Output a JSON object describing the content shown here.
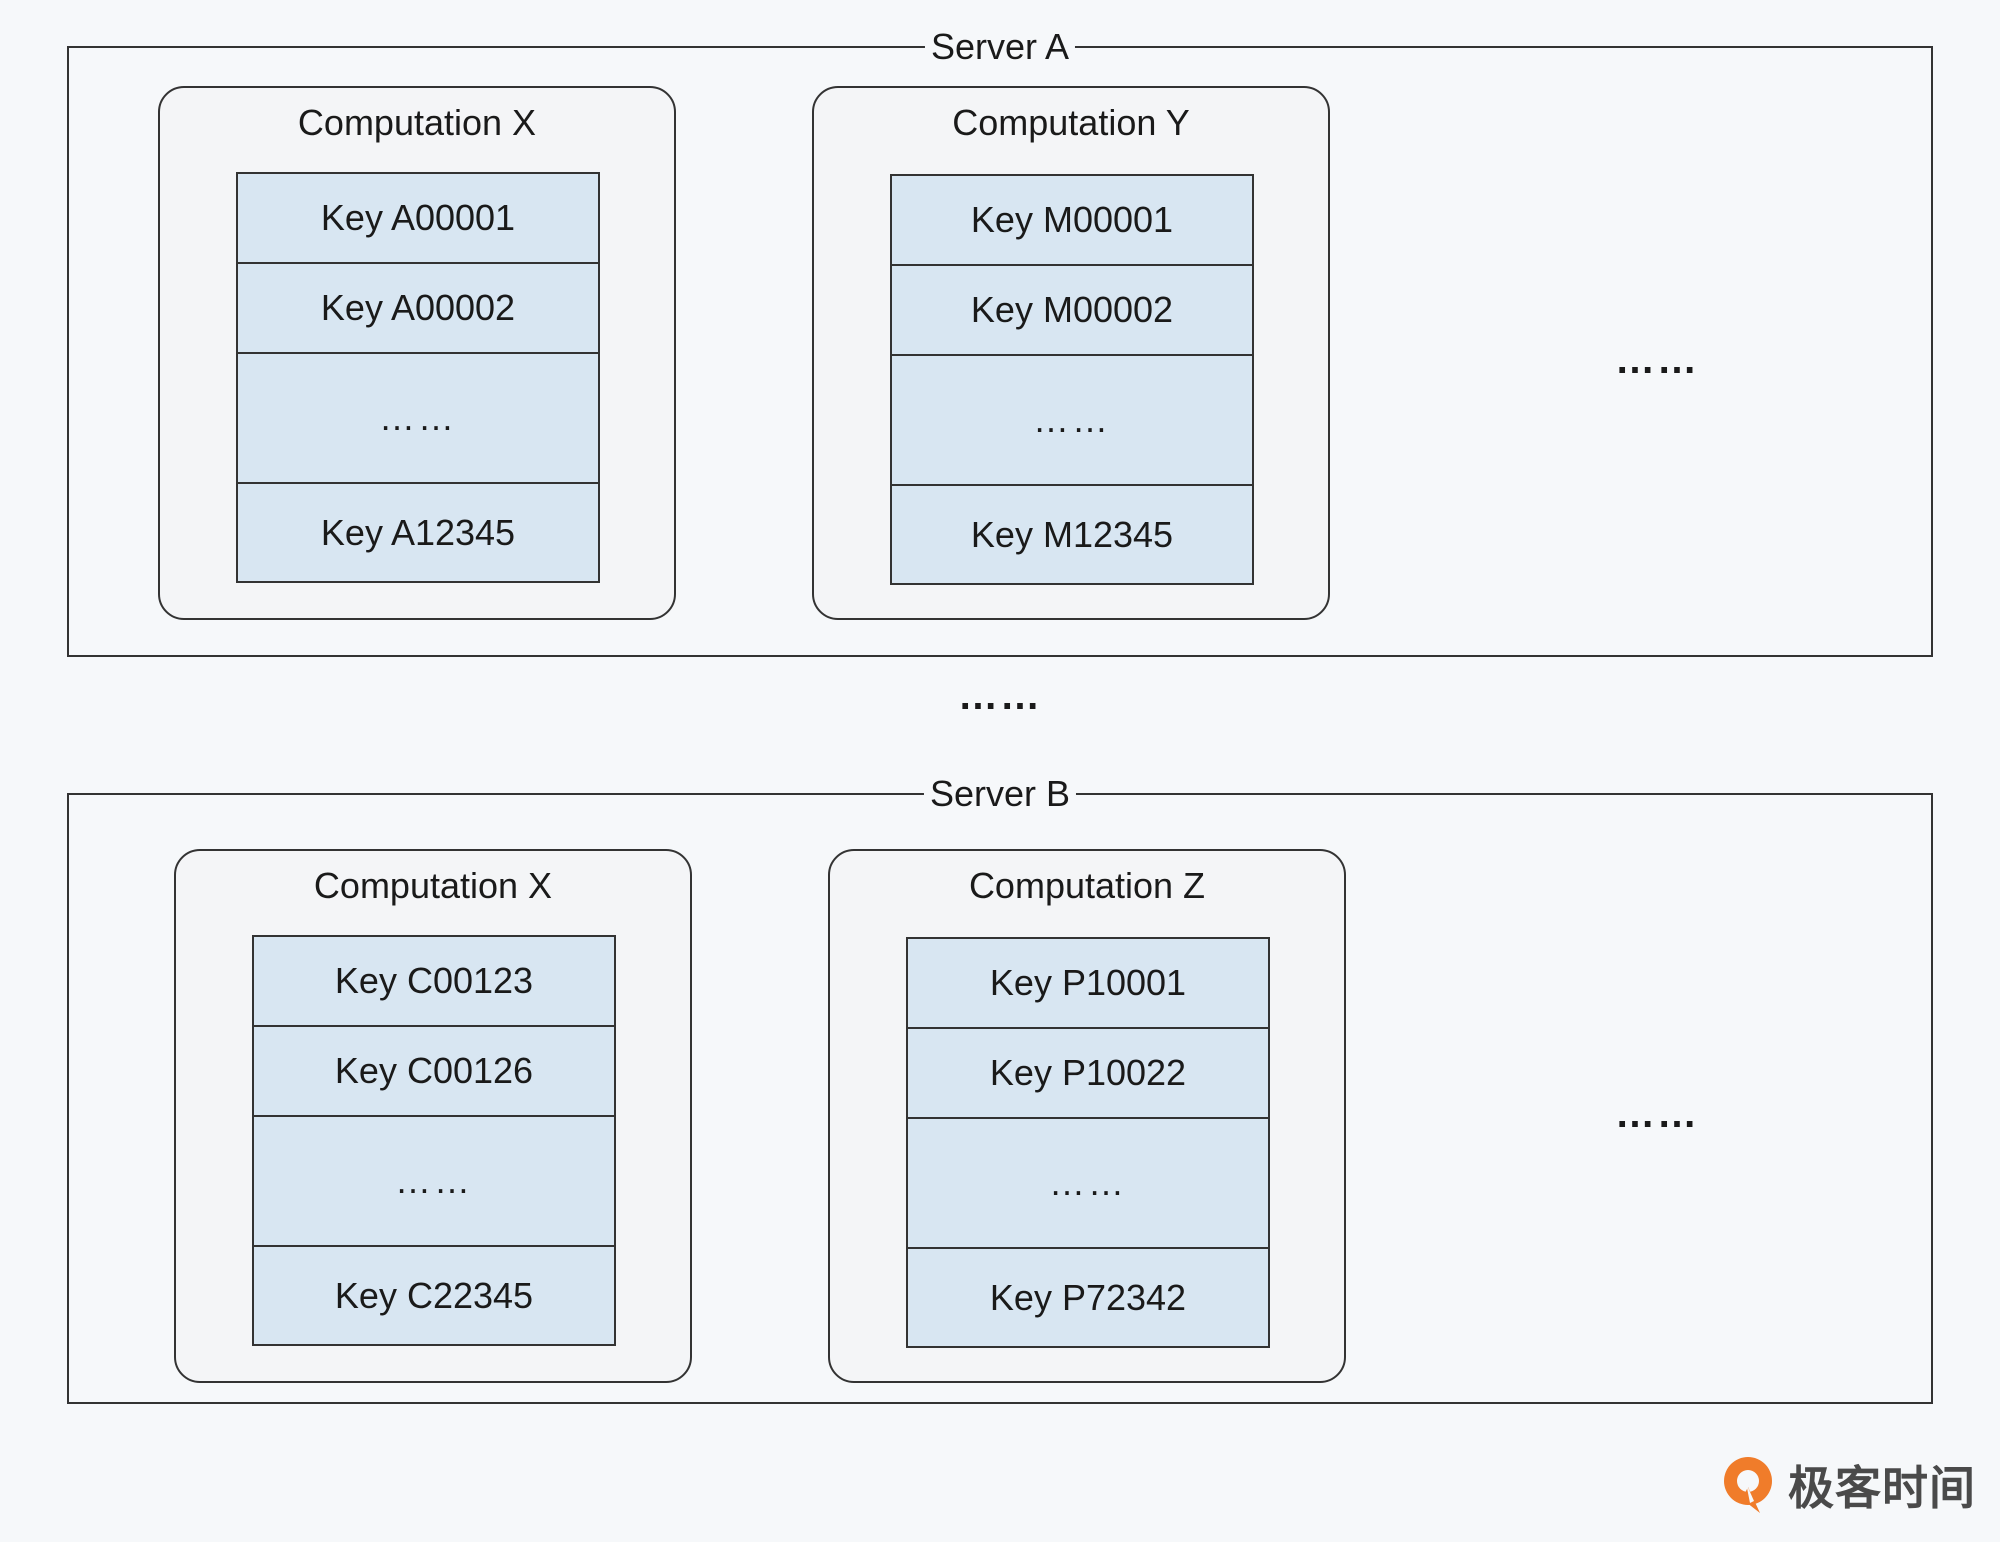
{
  "server_a": {
    "title": "Server A",
    "comp_1": {
      "title": "Computation X",
      "keys": [
        "Key A00001",
        "Key A00002",
        "……",
        "Key A12345"
      ]
    },
    "comp_2": {
      "title": "Computation Y",
      "keys": [
        "Key M00001",
        "Key M00002",
        "……",
        "Key M12345"
      ]
    },
    "more": "……"
  },
  "between": "……",
  "server_b": {
    "title": "Server B",
    "comp_1": {
      "title": "Computation X",
      "keys": [
        "Key C00123",
        "Key C00126",
        "……",
        "Key C22345"
      ]
    },
    "comp_2": {
      "title": "Computation Z",
      "keys": [
        "Key P10001",
        "Key P10022",
        "……",
        "Key P72342"
      ]
    },
    "more": "……"
  },
  "logo": {
    "text": "极客时间",
    "icon": "geektime-logo-icon",
    "color": "#f07c2a"
  }
}
